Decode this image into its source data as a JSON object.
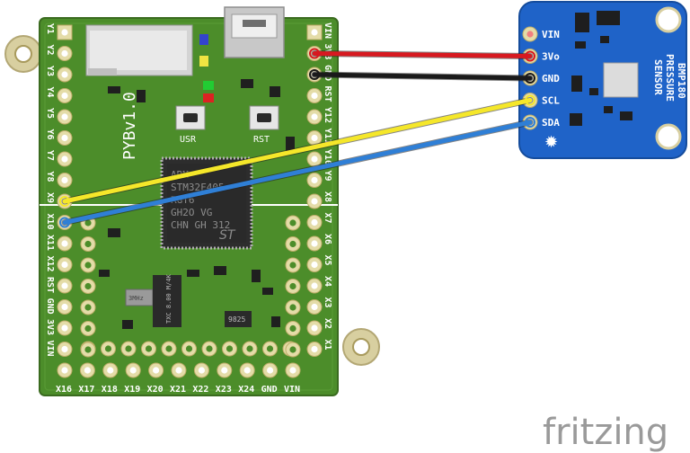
{
  "board": {
    "name": "PYBv1.0",
    "buttons": [
      "USR",
      "RST"
    ],
    "chip_lines": [
      "ARM",
      "STM32F405",
      "RGT6",
      "GH2O VG",
      "CHN GH 312"
    ],
    "left_pins": [
      "Y1",
      "Y2",
      "Y3",
      "Y4",
      "Y5",
      "Y6",
      "Y7",
      "Y8",
      "X9",
      "X10",
      "X11",
      "X12",
      "RST",
      "GND",
      "3V3",
      "VIN"
    ],
    "right_pins": [
      "VIN",
      "3V3",
      "GND",
      "RST",
      "Y12",
      "Y11",
      "Y10",
      "Y9",
      "X8",
      "X7",
      "X6",
      "X5",
      "X4",
      "X3",
      "X2",
      "X1"
    ],
    "bottom_pins": [
      "X16",
      "X17",
      "X18",
      "X19",
      "X20",
      "X21",
      "X22",
      "X23",
      "X24",
      "GND",
      "VIN"
    ],
    "small_ic_text": "9825",
    "crystal_text": "3MHz",
    "small_chip_text": "TXC 8.00 M/4K"
  },
  "sensor": {
    "name": "BMP180",
    "subtitle": [
      "PRESSURE",
      "SENSOR"
    ],
    "pins": [
      "VIN",
      "3Vo",
      "GND",
      "SCL",
      "SDA"
    ]
  },
  "wires": [
    {
      "from": "3V3",
      "to": "3Vo",
      "color": "#d71920"
    },
    {
      "from": "GND",
      "to": "GND",
      "color": "#1a1a1a"
    },
    {
      "from": "X9",
      "to": "SCL",
      "color": "#f5e72a"
    },
    {
      "from": "X10",
      "to": "SDA",
      "color": "#2f7fd6"
    }
  ],
  "watermark": "fritzing"
}
